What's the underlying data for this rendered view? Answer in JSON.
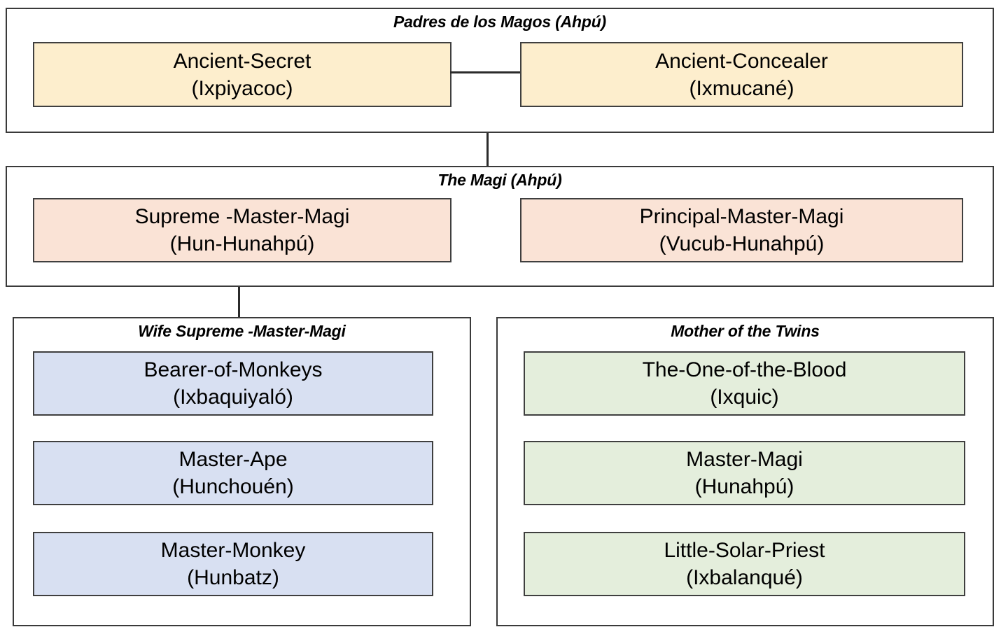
{
  "diagram": {
    "title_visible": false,
    "colors": {
      "generation1_box": "#fdeecd",
      "generation2_box": "#fae3d6",
      "wife_box": "#d8e0f2",
      "mother_box": "#e4eedc",
      "border": "#3a3a3a",
      "connector": "#2b2b2b",
      "background": "#ffffff"
    }
  },
  "sections": [
    {
      "id": "padres-de-los-magos",
      "title": "Padres de los Magos (Ahpú)",
      "nodes": [
        {
          "name": "Ancient-Secret",
          "alias": "(Ixpiyacoc)"
        },
        {
          "name": "Ancient-Concealer",
          "alias": "(Ixmucané)"
        }
      ]
    },
    {
      "id": "the-magi",
      "title": "The Magi (Ahpú)",
      "nodes": [
        {
          "name": "Supreme -Master-Magi",
          "alias": "(Hun-Hunahpú)"
        },
        {
          "name": "Principal-Master-Magi",
          "alias": "(Vucub-Hunahpú)"
        }
      ]
    },
    {
      "id": "wife-supreme-master-magi",
      "title": "Wife Supreme -Master-Magi",
      "nodes": [
        {
          "name": "Bearer-of-Monkeys",
          "alias": "(Ixbaquiyaló)"
        },
        {
          "name": "Master-Ape",
          "alias": "(Hunchouén)"
        },
        {
          "name": "Master-Monkey",
          "alias": "(Hunbatz)"
        }
      ]
    },
    {
      "id": "mother-of-the-twins",
      "title": "Mother of the Twins",
      "nodes": [
        {
          "name": "The-One-of-the-Blood",
          "alias": "(Ixquic)"
        },
        {
          "name": "Master-Magi",
          "alias": "(Hunahpú)"
        },
        {
          "name": "Little-Solar-Priest",
          "alias": "(Ixbalanqué)"
        }
      ]
    }
  ]
}
